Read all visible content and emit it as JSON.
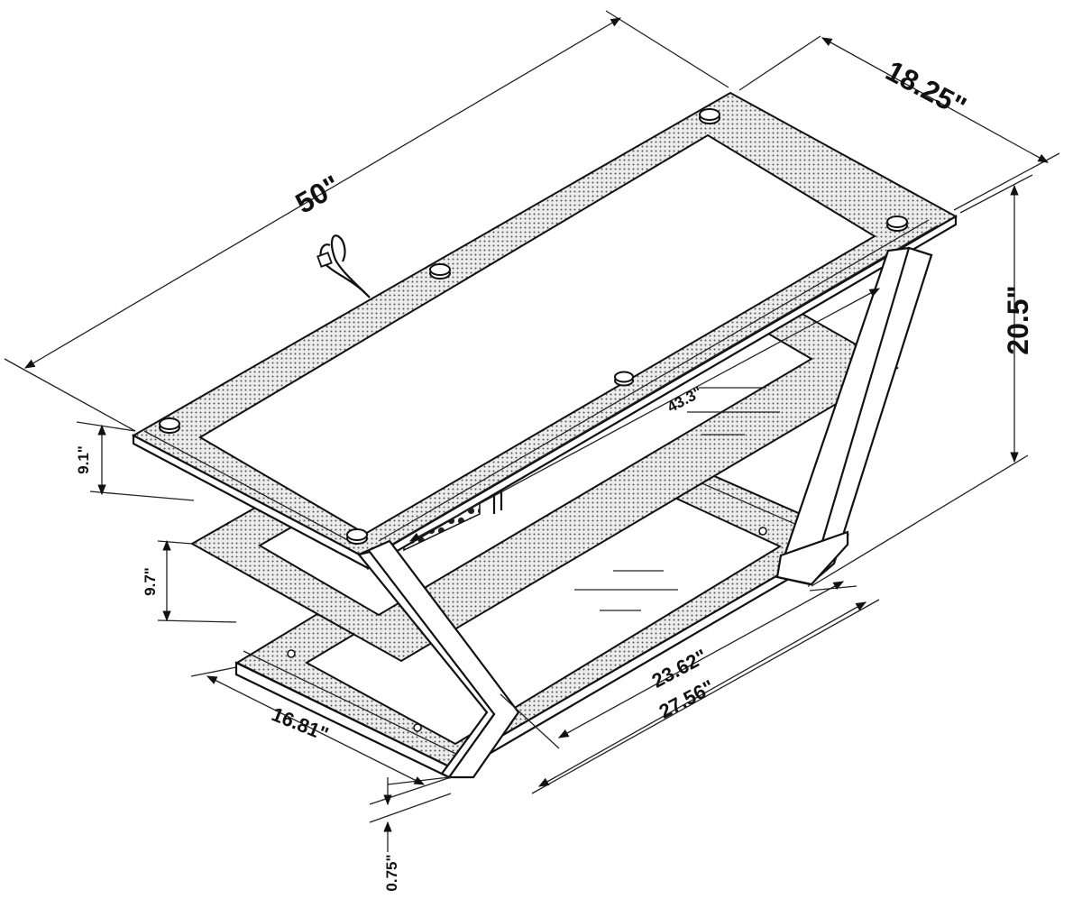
{
  "diagram": {
    "dimensions": {
      "width": "50\"",
      "depth": "18.25\"",
      "height": "20.5\"",
      "inner_width": "43.3\"",
      "top_shelf_gap": "9.1\"",
      "middle_shelf_gap": "9.7\"",
      "bottom_depth_inner": "23.62\"",
      "bottom_depth_outer": "27.56\"",
      "bottom_width": "16.81\"",
      "glass_thickness": "0.75\""
    },
    "colors": {
      "line": "#111111",
      "background": "#ffffff",
      "glass_dot": "#555555"
    }
  }
}
